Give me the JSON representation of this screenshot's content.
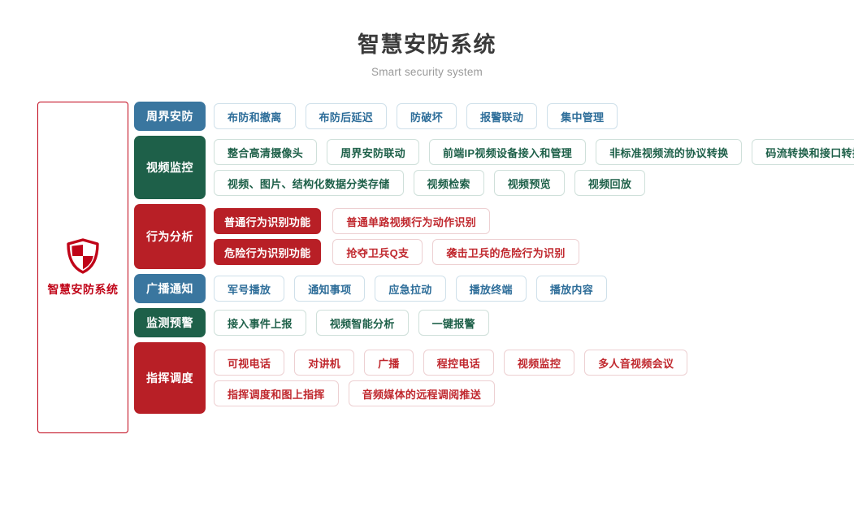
{
  "header": {
    "title": "智慧安防系统",
    "subtitle": "Smart security system"
  },
  "left_panel": {
    "icon": "shield-icon",
    "label": "智慧安防系统",
    "accent_color": "#c00418"
  },
  "colors": {
    "blue": "#3a769f",
    "green": "#1e6049",
    "red": "#b81f26",
    "title_gray": "#3a3a3a",
    "subtitle_gray": "#9a9a9a"
  },
  "rows": [
    {
      "category": "周界安防",
      "theme": "blue",
      "lines": [
        {
          "items": [
            {
              "label": "布防和撤离"
            },
            {
              "label": "布防后延迟"
            },
            {
              "label": "防破坏"
            },
            {
              "label": "报警联动"
            },
            {
              "label": "集中管理"
            }
          ]
        }
      ]
    },
    {
      "category": "视频监控",
      "theme": "green",
      "lines": [
        {
          "items": [
            {
              "label": "整合高清摄像头"
            },
            {
              "label": "周界安防联动"
            },
            {
              "label": "前端IP视频设备接入和管理"
            },
            {
              "label": "非标准视频流的协议转换"
            },
            {
              "label": "码流转换和接口转换"
            }
          ]
        },
        {
          "items": [
            {
              "label": "视频、图片、结构化数据分类存储"
            },
            {
              "label": "视频检索"
            },
            {
              "label": "视频预览"
            },
            {
              "label": "视频回放"
            }
          ]
        }
      ]
    },
    {
      "category": "行为分析",
      "theme": "red",
      "lines": [
        {
          "subgroup": "普通行为识别功能",
          "items": [
            {
              "label": "普通单路视频行为动作识别"
            }
          ]
        },
        {
          "subgroup": "危险行为识别功能",
          "items": [
            {
              "label": "抢夺卫兵Q支"
            },
            {
              "label": "袭击卫兵的危险行为识别"
            }
          ]
        }
      ]
    },
    {
      "category": "广播通知",
      "theme": "blue",
      "lines": [
        {
          "items": [
            {
              "label": "军号播放"
            },
            {
              "label": "通知事项"
            },
            {
              "label": "应急拉动"
            },
            {
              "label": "播放终端"
            },
            {
              "label": "播放内容"
            }
          ]
        }
      ]
    },
    {
      "category": "监测预警",
      "theme": "green",
      "lines": [
        {
          "items": [
            {
              "label": "接入事件上报"
            },
            {
              "label": "视频智能分析"
            },
            {
              "label": "一键报警"
            }
          ]
        }
      ]
    },
    {
      "category": "指挥调度",
      "theme": "red",
      "lines": [
        {
          "items": [
            {
              "label": "可视电话"
            },
            {
              "label": "对讲机"
            },
            {
              "label": "广播"
            },
            {
              "label": "程控电话"
            },
            {
              "label": "视频监控"
            },
            {
              "label": "多人音视频会议"
            }
          ]
        },
        {
          "items": [
            {
              "label": "指挥调度和图上指挥"
            },
            {
              "label": "音频媒体的远程调阅推送"
            }
          ]
        }
      ]
    }
  ]
}
